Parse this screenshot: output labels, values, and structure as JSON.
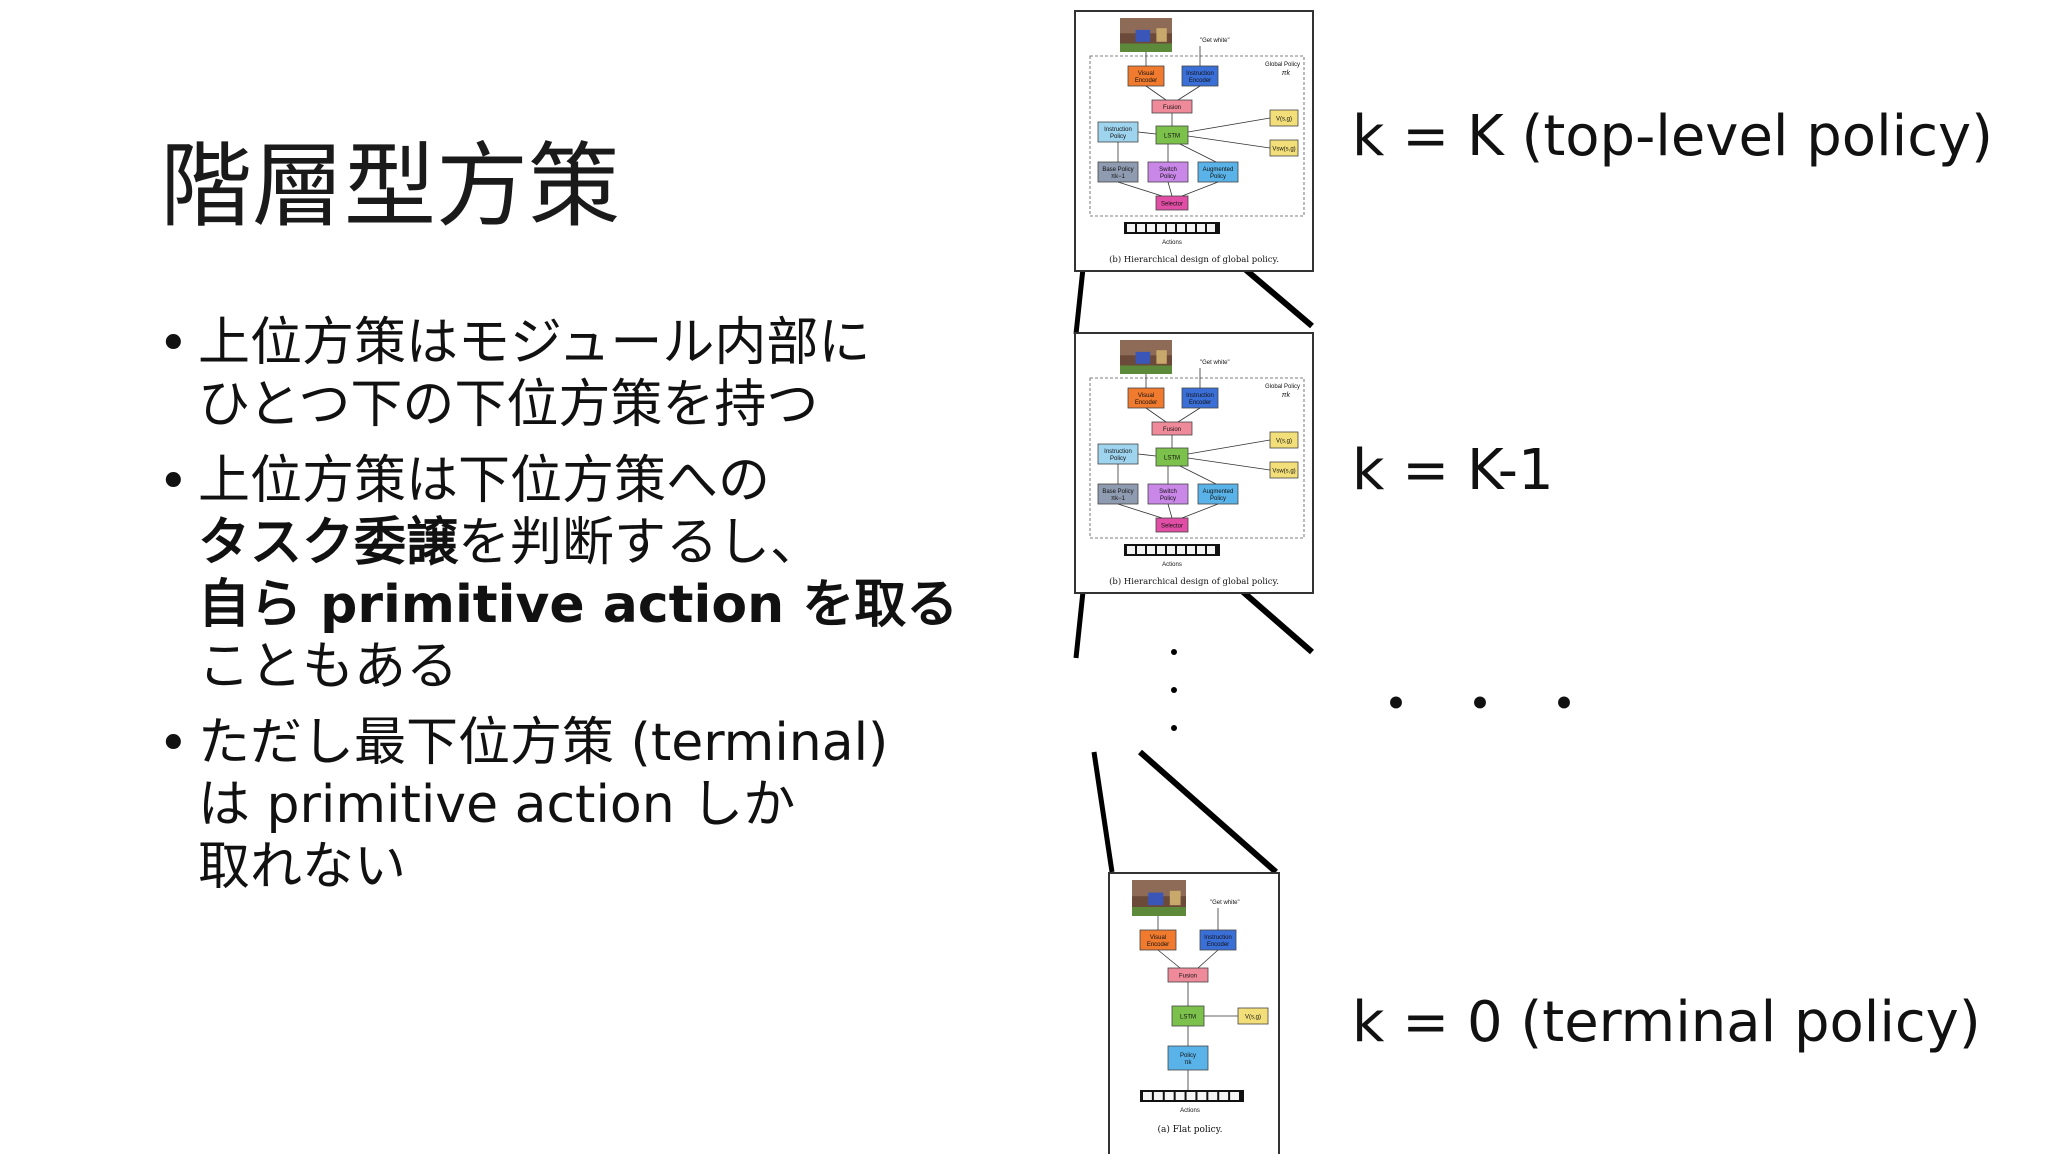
{
  "title": "階層型方策",
  "bullets": [
    {
      "lines": [
        {
          "segments": [
            {
              "text": "上位方策はモジュール内部に",
              "bold": false
            }
          ]
        },
        {
          "segments": [
            {
              "text": "ひとつ下の下位方策を持つ",
              "bold": false
            }
          ]
        }
      ]
    },
    {
      "lines": [
        {
          "segments": [
            {
              "text": "上位方策は下位方策への",
              "bold": false
            }
          ]
        },
        {
          "segments": [
            {
              "text": "タスク委譲",
              "bold": true
            },
            {
              "text": "を判断するし、",
              "bold": false
            }
          ]
        },
        {
          "segments": [
            {
              "text": "自ら primitive action を取る",
              "bold": true
            }
          ]
        },
        {
          "segments": [
            {
              "text": "こともある",
              "bold": false
            }
          ]
        }
      ]
    },
    {
      "lines": [
        {
          "segments": [
            {
              "text": "ただし最下位方策 (terminal)",
              "bold": false
            }
          ]
        },
        {
          "segments": [
            {
              "text": "は primitive action しか",
              "bold": false
            }
          ]
        },
        {
          "segments": [
            {
              "text": "取れない",
              "bold": false
            }
          ]
        }
      ]
    }
  ],
  "levels": {
    "top": "k = K (top-level policy)",
    "middle": "k = K-1",
    "ellipsis": "・・・",
    "bottom": "k = 0 (terminal policy)"
  },
  "figure_hierarchical": {
    "instruction": "\"Get white\"",
    "global_policy": "Global Policy",
    "global_policy_symbol": "πk",
    "visual_encoder": [
      "Visual",
      "Encoder"
    ],
    "instruction_encoder": [
      "Instruction",
      "Encoder"
    ],
    "fusion": "Fusion",
    "lstm": "LSTM",
    "instruction_policy": [
      "Instruction",
      "Policy"
    ],
    "base_policy": [
      "Base Policy",
      "πk−1"
    ],
    "switch_policy": [
      "Switch",
      "Policy"
    ],
    "augmented_policy": [
      "Augmented",
      "Policy"
    ],
    "value": "V(s,g)",
    "value_sw": "Vsw(s,g)",
    "selector": "Selector",
    "actions": "Actions",
    "caption": "(b) Hierarchical design of global policy."
  },
  "figure_flat": {
    "instruction": "\"Get white\"",
    "visual_encoder": [
      "Visual",
      "Encoder"
    ],
    "instruction_encoder": [
      "Instruction",
      "Encoder"
    ],
    "fusion": "Fusion",
    "lstm": "LSTM",
    "value": "V(s,g)",
    "policy": [
      "Policy",
      "πk"
    ],
    "actions": "Actions",
    "caption": "(a) Flat policy."
  },
  "colors": {
    "visual_encoder": "#f07a2e",
    "instruction_encoder": "#3b6fd8",
    "fusion": "#ef8a9a",
    "lstm": "#7cc14b",
    "instruction_policy": "#9fd4ef",
    "base_policy": "#8f9bb0",
    "switch_policy": "#c987e8",
    "augmented_policy": "#5ab3e8",
    "value": "#f3df7a",
    "selector": "#e04ea5"
  }
}
